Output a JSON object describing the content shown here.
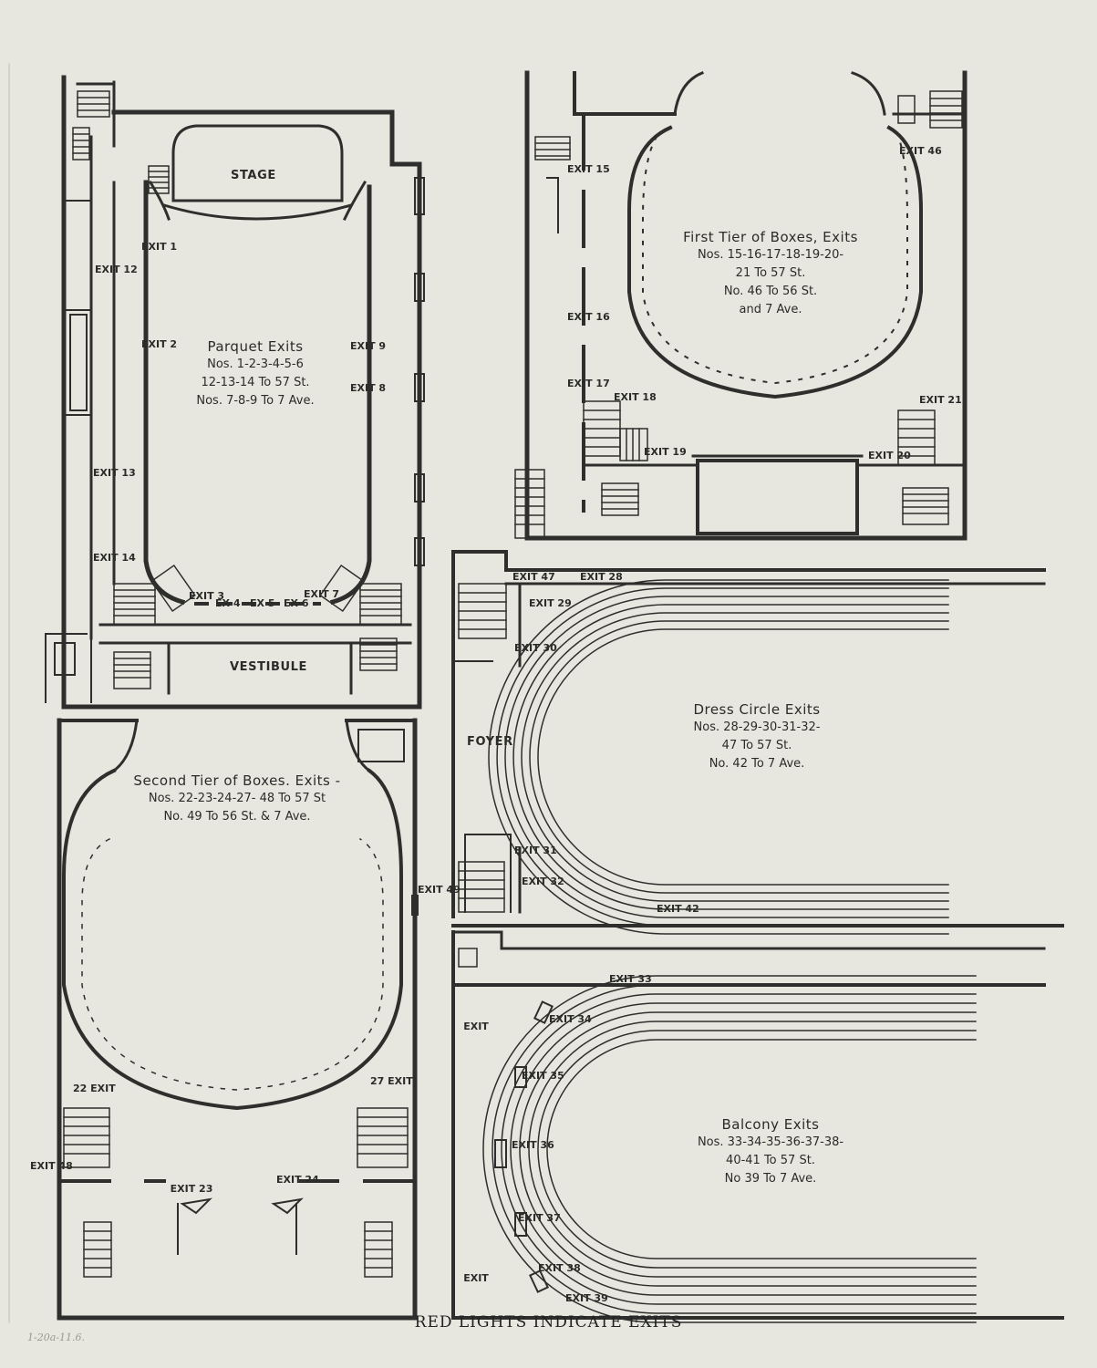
{
  "footer": "RED LIGHTS INDICATE EXITS",
  "margin_note": "1-20a-11.6.",
  "panels": {
    "parquet": {
      "stage": "STAGE",
      "vestibule": "VESTIBULE",
      "title": "Parquet Exits",
      "lines": [
        "Nos. 1-2-3-4-5-6",
        "12-13-14 To 57 St.",
        "Nos. 7-8-9 To 7 Ave."
      ]
    },
    "first_tier": {
      "title": "First Tier of Boxes, Exits",
      "lines": [
        "Nos. 15-16-17-18-19-20-",
        "21 To 57 St.",
        "No. 46 To 56 St.",
        "and 7 Ave."
      ]
    },
    "second_tier": {
      "title": "Second Tier of Boxes. Exits -",
      "lines": [
        "Nos. 22-23-24-27- 48 To 57 St",
        "No. 49 To 56 St. & 7 Ave."
      ]
    },
    "dress_circle": {
      "foyer": "FOYER",
      "title": "Dress Circle Exits",
      "lines": [
        "Nos. 28-29-30-31-32-",
        "47 To 57 St.",
        "No. 42 To 7 Ave."
      ]
    },
    "balcony": {
      "title": "Balcony Exits",
      "lines": [
        "Nos. 33-34-35-36-37-38-",
        "40-41 To 57 St.",
        "No 39 To 7 Ave."
      ]
    }
  },
  "exits": [
    {
      "label": "EXIT 1"
    },
    {
      "label": "EXIT 2"
    },
    {
      "label": "EXIT 3"
    },
    {
      "label": "EX 4"
    },
    {
      "label": "EX 5"
    },
    {
      "label": "EX 6"
    },
    {
      "label": "EXIT 7"
    },
    {
      "label": "EXIT 8"
    },
    {
      "label": "EXIT 9"
    },
    {
      "label": "EXIT 12"
    },
    {
      "label": "EXIT 13"
    },
    {
      "label": "EXIT 14"
    },
    {
      "label": "EXIT 15"
    },
    {
      "label": "EXIT 16"
    },
    {
      "label": "EXIT 17"
    },
    {
      "label": "EXIT 18"
    },
    {
      "label": "EXIT 19"
    },
    {
      "label": "EXIT 20"
    },
    {
      "label": "EXIT 21"
    },
    {
      "label": "EXIT 46"
    },
    {
      "label": "22 EXIT"
    },
    {
      "label": "EXIT 23"
    },
    {
      "label": "EXIT 24"
    },
    {
      "label": "27 EXIT"
    },
    {
      "label": "EXIT 48"
    },
    {
      "label": "EXIT 49"
    },
    {
      "label": "EXIT 47"
    },
    {
      "label": "EXIT 28"
    },
    {
      "label": "EXIT 29"
    },
    {
      "label": "EXIT 30"
    },
    {
      "label": "EXIT 31"
    },
    {
      "label": "EXIT 32"
    },
    {
      "label": "EXIT 42"
    },
    {
      "label": "EXIT 33"
    },
    {
      "label": "EXIT 34"
    },
    {
      "label": "EXIT 35"
    },
    {
      "label": "EXIT 36"
    },
    {
      "label": "EXIT 37"
    },
    {
      "label": "EXIT 38"
    },
    {
      "label": "EXIT 39"
    },
    {
      "label": "EXIT"
    },
    {
      "label": "EXIT"
    }
  ]
}
